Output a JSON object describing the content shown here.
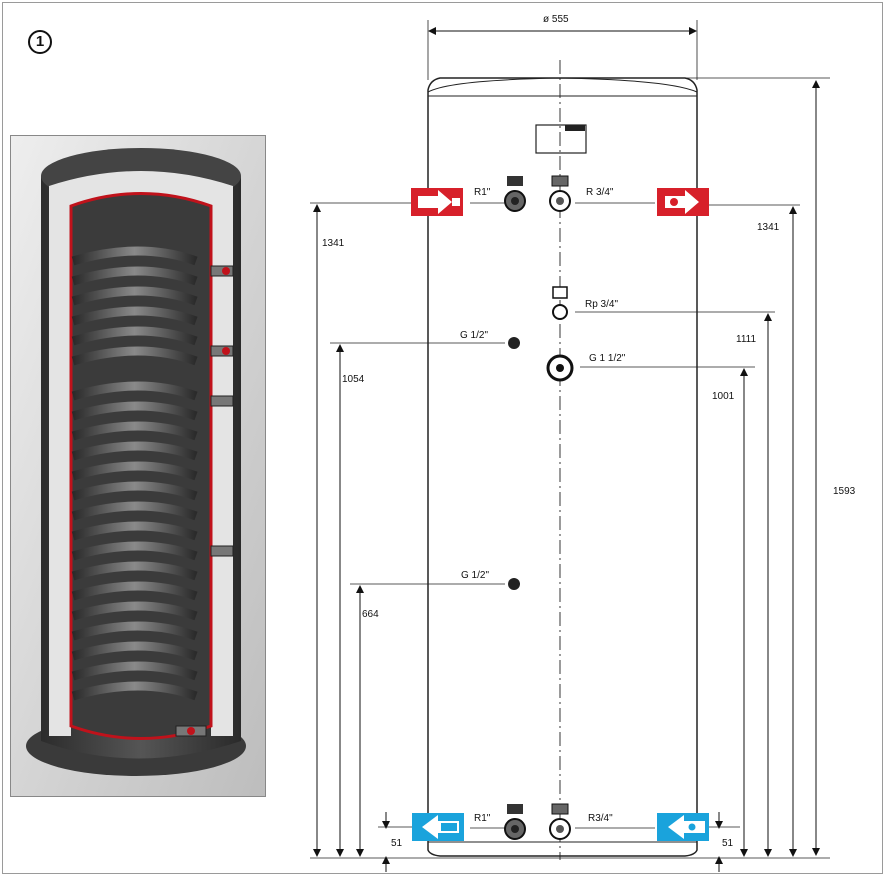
{
  "figure_number": "1",
  "dimensions": {
    "diameter": "ø 555",
    "total_height": "1593",
    "left_top_flow": "1341",
    "right_top_flow": "1341",
    "sensor_upper_left": "1054",
    "sensor_lower_left": "664",
    "rp_height": "1111",
    "anode_height": "1001",
    "bottom_left": "51",
    "bottom_right": "51"
  },
  "connections": {
    "top_left": "R1\"",
    "top_right": "R 3/4\"",
    "rp": "Rp 3/4\"",
    "g_half_upper": "G 1/2\"",
    "g_one_half": "G 1 1/2\"",
    "g_half_lower": "G 1/2\"",
    "bottom_left": "R1\"",
    "bottom_right": "R3/4\""
  },
  "colors": {
    "hot_arrow": "#d7202a",
    "cold_arrow": "#1aa3dc",
    "tank_outline": "#333333"
  },
  "icons": [
    "hot-flow-in-arrow-icon",
    "hot-flow-out-arrow-icon",
    "cold-return-in-arrow-icon",
    "cold-return-out-arrow-icon"
  ]
}
